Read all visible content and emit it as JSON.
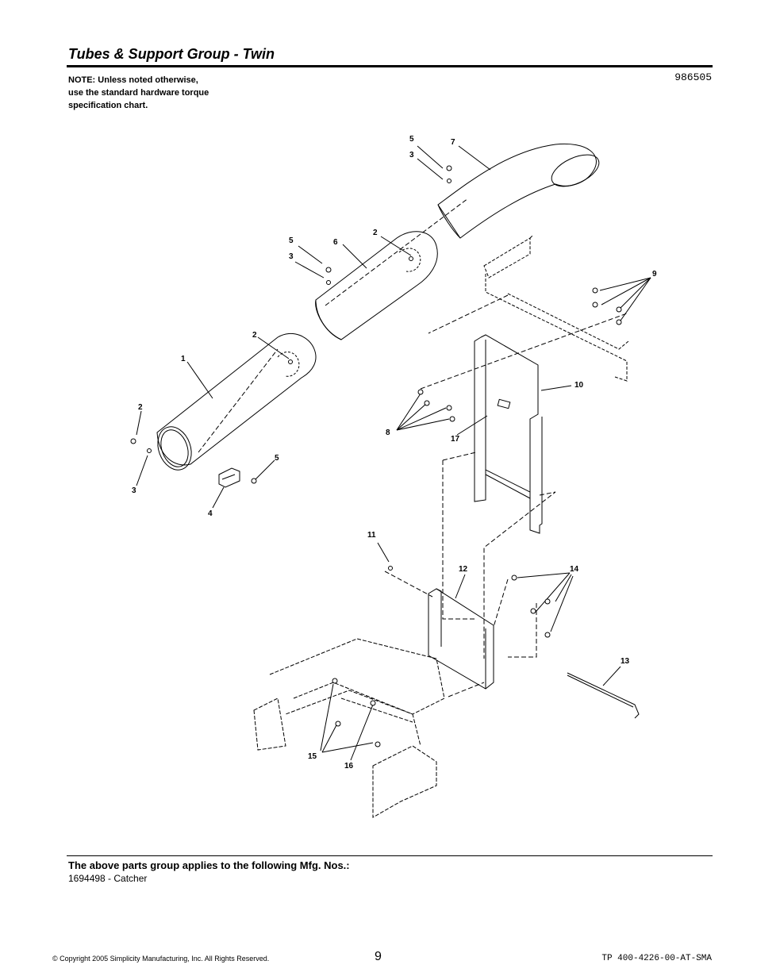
{
  "header": {
    "title": "Tubes & Support Group - Twin",
    "note_lines": [
      "NOTE: Unless noted otherwise,",
      "use the standard hardware torque",
      "specification chart."
    ],
    "doc_number": "986505"
  },
  "diagram": {
    "callouts": [
      "1",
      "2",
      "2",
      "2",
      "3",
      "3",
      "3",
      "4",
      "5",
      "5",
      "5",
      "6",
      "7",
      "8",
      "9",
      "10",
      "11",
      "12",
      "13",
      "14",
      "15",
      "16",
      "17"
    ]
  },
  "footer": {
    "applies_heading": "The above parts group applies to the following Mfg. Nos.:",
    "mfg_numbers": "1694498 - Catcher",
    "copyright": "© Copyright 2005 Simplicity Manufacturing, Inc. All Rights Reserved.",
    "page_number": "9",
    "tp_number": "TP 400-4226-00-AT-SMA"
  }
}
